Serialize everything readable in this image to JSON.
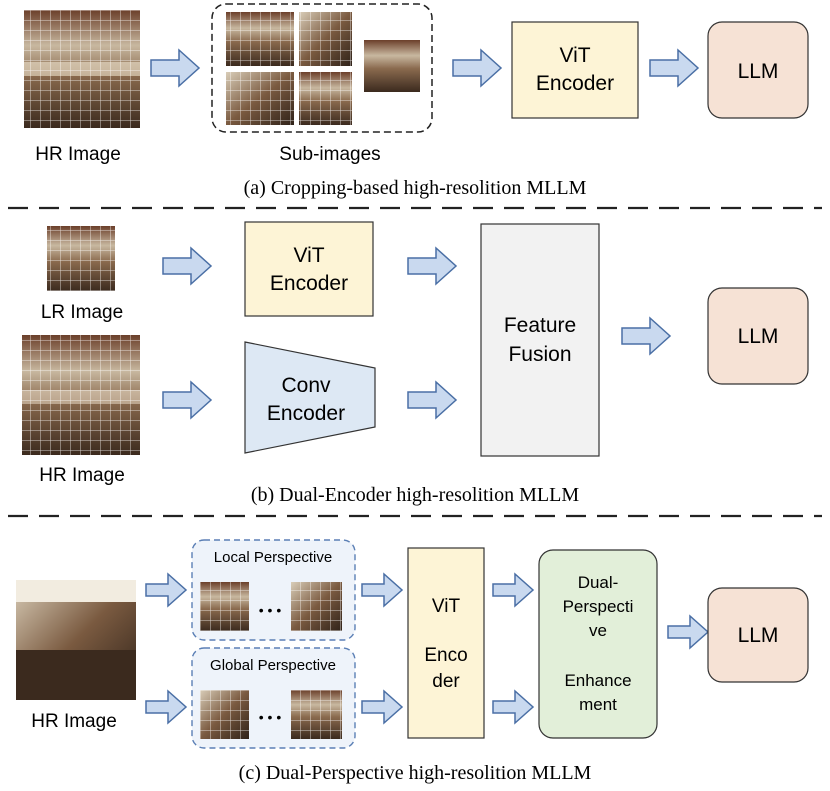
{
  "colors": {
    "vit_fill": "#fdf4d6",
    "llm_fill": "#f6e2d5",
    "fusion_fill": "#f2f2f2",
    "conv_fill": "#dde8f4",
    "enhance_fill": "#e2efd9",
    "perspective_fill": "#eef3fa",
    "perspective_border": "#5b7fb5",
    "arrow_fill": "#c9d9ef",
    "arrow_stroke": "#4a6fa5",
    "box_stroke": "#333333",
    "divider": "#222222"
  },
  "section_a": {
    "hr_label": "HR Image",
    "sub_label": "Sub-images",
    "vit_line1": "ViT",
    "vit_line2": "Encoder",
    "llm": "LLM",
    "caption": "(a) Cropping-based high-resolition MLLM"
  },
  "section_b": {
    "lr_label": "LR Image",
    "hr_label": "HR Image",
    "vit_line1": "ViT",
    "vit_line2": "Encoder",
    "conv_line1": "Conv",
    "conv_line2": "Encoder",
    "fusion_line1": "Feature",
    "fusion_line2": "Fusion",
    "llm": "LLM",
    "caption": "(b) Dual-Encoder high-resolition MLLM"
  },
  "section_c": {
    "hr_label": "HR Image",
    "local_label": "Local Perspective",
    "global_label": "Global Perspective",
    "dots": "• • •",
    "vit_line1": "ViT",
    "vit_line2": "Enco",
    "vit_line3": "der",
    "enh_line1": "Dual-",
    "enh_line2": "Perspecti",
    "enh_line3": "ve",
    "enh_line4": "Enhance",
    "enh_line5": "ment",
    "llm": "LLM",
    "caption": "(c) Dual-Perspective high-resolition MLLM"
  }
}
